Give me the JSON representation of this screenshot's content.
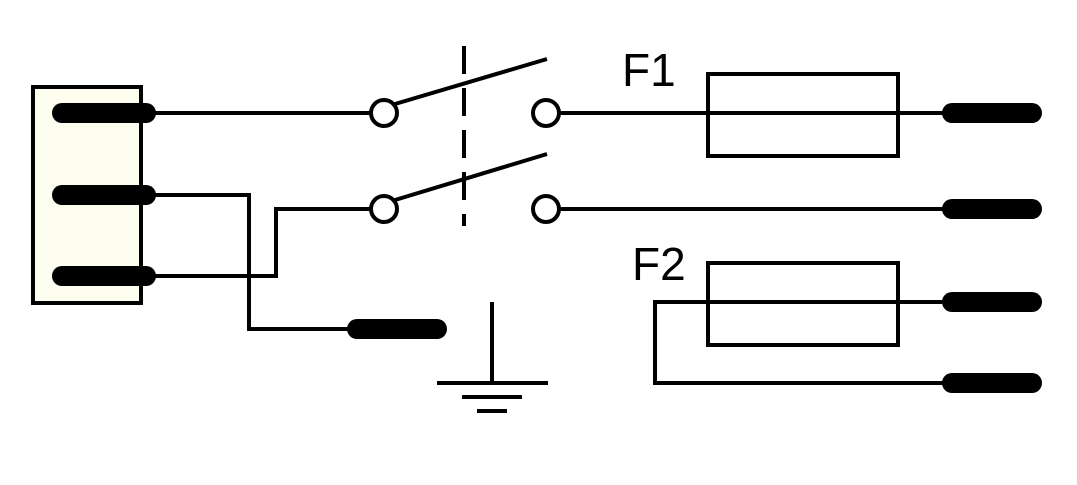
{
  "diagram": {
    "colors": {
      "stroke": "#000000",
      "background": "#ffffff",
      "connector_fill": "#fdfdf0"
    },
    "fuses": [
      {
        "label": "F1"
      },
      {
        "label": "F2"
      }
    ],
    "components": {
      "connector": "three-pin-connector",
      "switch": "double-pole-switch",
      "ground": "ground-icon"
    }
  }
}
